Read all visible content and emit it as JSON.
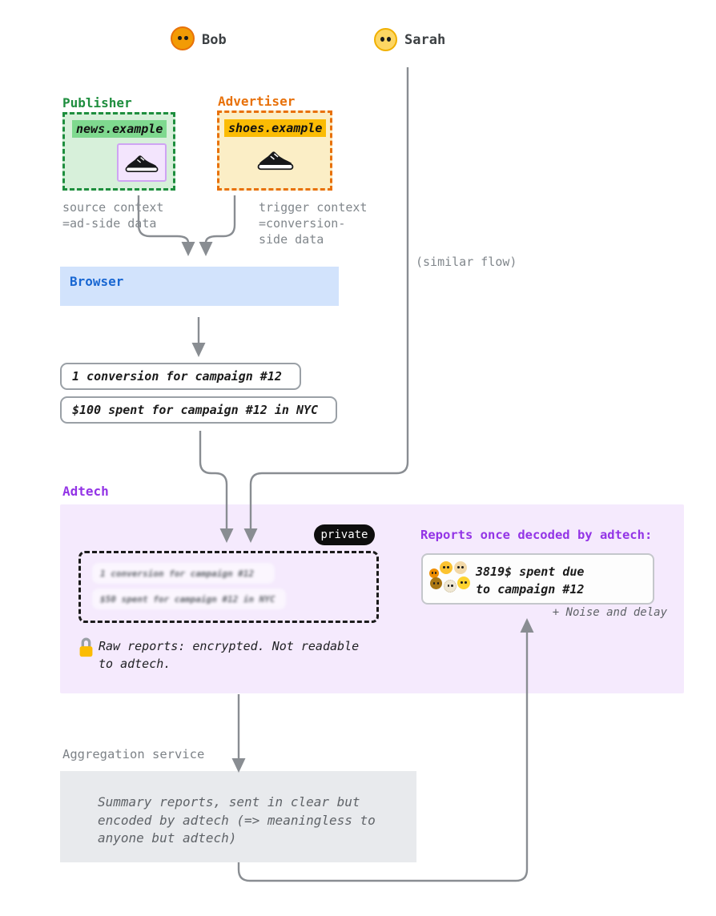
{
  "people": {
    "bob": "Bob",
    "sarah": "Sarah"
  },
  "publisher": {
    "label": "Publisher",
    "site": "news.example"
  },
  "advertiser": {
    "label": "Advertiser",
    "site": "shoes.example"
  },
  "contexts": {
    "source": "source context\n=ad-side data",
    "trigger": "trigger context\n=conversion-\nside data"
  },
  "similar_flow": "(similar flow)",
  "browser": {
    "label": "Browser"
  },
  "reports": {
    "conversion": "1 conversion for campaign #12",
    "spend": "$100 spent for campaign #12 in NYC"
  },
  "adtech": {
    "label": "Adtech",
    "private_badge": "private",
    "encrypted_reports": [
      "1 conversion for campaign #12",
      "$50 spent for campaign #12 in NYC"
    ],
    "lock_note": "Raw reports: encrypted. Not readable\nto adtech.",
    "decoded_title": "Reports once decoded by adtech:",
    "decoded_report": "3819$ spent due\nto campaign #12",
    "noise_note": "+ Noise and delay"
  },
  "aggregation": {
    "label": "Aggregation service",
    "summary": "Summary reports, sent in clear but\nencoded by adtech (=> meaningless to\nanyone but adtech)"
  },
  "icons": {
    "bob": "orange-face-emoji",
    "sarah": "yellow-face-emoji",
    "ad": "sneaker-icon",
    "encryption": "lock-icon",
    "decoded_users": "face-cluster-emoji"
  },
  "colors": {
    "publisher_green": "#1e8e3e",
    "publisher_fill": "#d7f0da",
    "site_highlight_green": "#7fd98f",
    "advertiser_orange": "#e8710a",
    "advertiser_fill": "#fbeec6",
    "site_highlight_orange": "#fbbc04",
    "browser_fill": "#d2e3fc",
    "browser_blue": "#1967d2",
    "adtech_purple": "#9334e6",
    "adtech_fill": "#f5eafd",
    "aggregation_fill": "#e8eaed",
    "arrow_gray": "#898d92",
    "badge_black": "#0e0e0e"
  }
}
